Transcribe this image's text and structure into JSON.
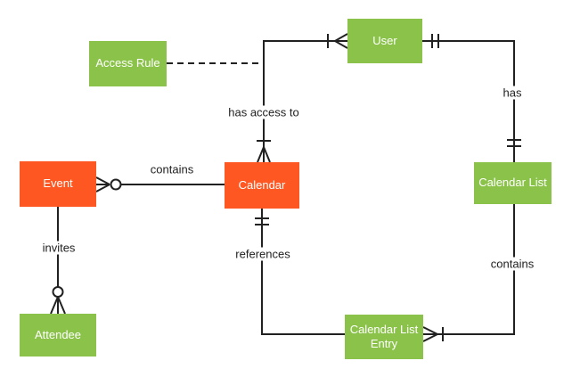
{
  "diagram": {
    "type": "entity-relationship",
    "colors": {
      "entity_green": "#8BC34A",
      "entity_orange": "#FF5722",
      "entity_text": "#FFFFFF",
      "line": "#212121",
      "label_text": "#212121",
      "background": "#FFFFFF"
    },
    "entities": {
      "user": {
        "label": "User"
      },
      "access_rule": {
        "label": "Access Rule"
      },
      "event": {
        "label": "Event"
      },
      "calendar": {
        "label": "Calendar"
      },
      "calendar_list": {
        "label": "Calendar List"
      },
      "attendee": {
        "label": "Attendee"
      },
      "calendar_list_entry": {
        "label": "Calendar List Entry"
      }
    },
    "relationships": {
      "has_access_to": {
        "label": "has access to",
        "from": "User",
        "to": "Calendar",
        "from_cardinality": "one-or-many",
        "to_cardinality": "one-or-many"
      },
      "access_rule_link": {
        "label": "",
        "from": "Access Rule",
        "to": "has access to",
        "style": "dashed"
      },
      "has": {
        "label": "has",
        "from": "User",
        "to": "Calendar List",
        "from_cardinality": "exactly-one",
        "to_cardinality": "exactly-one"
      },
      "contains_events": {
        "label": "contains",
        "from": "Calendar",
        "to": "Event",
        "to_cardinality": "zero-or-many"
      },
      "invites": {
        "label": "invites",
        "from": "Event",
        "to": "Attendee",
        "to_cardinality": "zero-or-many"
      },
      "references": {
        "label": "references",
        "from": "Calendar List Entry",
        "to": "Calendar",
        "to_cardinality": "exactly-one"
      },
      "contains_entries": {
        "label": "contains",
        "from": "Calendar List",
        "to": "Calendar List Entry",
        "to_cardinality": "one-or-many"
      }
    }
  }
}
